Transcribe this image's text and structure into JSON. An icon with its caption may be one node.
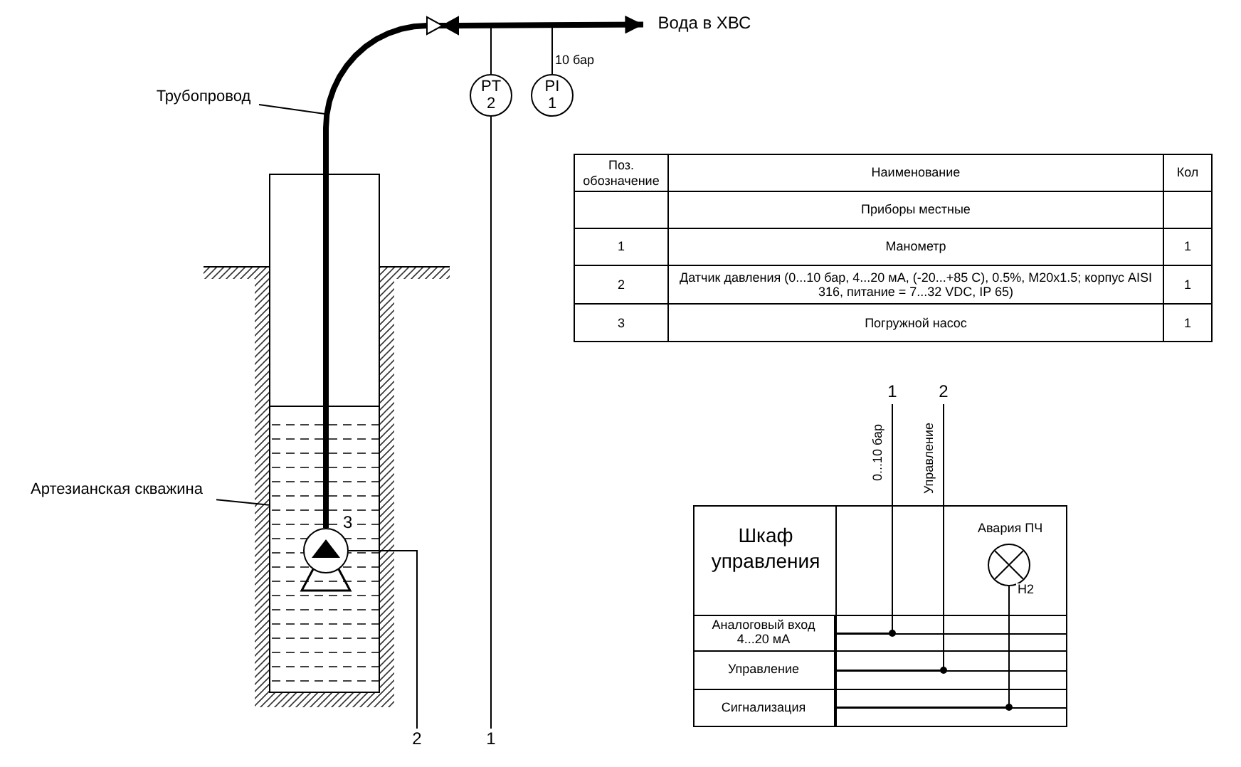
{
  "diagram": {
    "nodes": [
      {
        "text": [
          "Трубопровод"
        ]
      },
      {
        "text": [
          "PT 2"
        ]
      },
      {
        "text": [
          "PI 1"
        ],
        "beside": [
          "10 бар"
        ]
      },
      {
        "text": [
          "Вода в ХВС"
        ]
      },
      {
        "text": [
          "Артезианская скважина"
        ]
      },
      {
        "text": [],
        "shape": "box"
      },
      {
        "text": [],
        "shape": "circle",
        "in": 5,
        "beside": [
          "3"
        ]
      },
      {
        "text": [
          "1"
        ]
      },
      {
        "text": [
          "2"
        ]
      },
      {
        "text": [
          "1"
        ]
      },
      {
        "text": [
          "2"
        ]
      },
      {
        "text": [
          "Шкаф управления"
        ]
      },
      {
        "text": [],
        "shape": "circle",
        "in": 11,
        "beside": [
          "Авария ПЧ",
          "H2"
        ]
      },
      {
        "text": [
          "Аналоговый вход 4...20 мА"
        ],
        "in": 11
      },
      {
        "text": [
          "Управление"
        ],
        "in": 11
      },
      {
        "text": [
          "Сигнализация"
        ],
        "in": 11
      }
    ],
    "edges": [
      {
        "from": 6,
        "to": 3,
        "arrow": "to",
        "style": "thick"
      },
      {
        "from": 0,
        "to": null,
        "arrow": "none"
      },
      {
        "from": 4,
        "to": 5,
        "arrow": "none"
      },
      {
        "from": null,
        "to": 1,
        "arrow": "none"
      },
      {
        "from": null,
        "to": 2,
        "arrow": "none"
      },
      {
        "from": 1,
        "to": 7,
        "arrow": "none"
      },
      {
        "from": 6,
        "to": 8,
        "arrow": "none"
      },
      {
        "from": 9,
        "to": 13,
        "arrow": "none",
        "label": "0...10 бар"
      },
      {
        "from": 10,
        "to": 14,
        "arrow": "none",
        "label": "Управление"
      },
      {
        "from": 12,
        "to": 15,
        "arrow": "none"
      }
    ],
    "labels": [
      "Поз. обозначение",
      "Наименование",
      "Кол",
      "Приборы местные",
      "1",
      "Манометр",
      "1",
      "2",
      "Датчик давления (0...10 бар, 4...20 мА, (-20...+85 С), 0.5%, M20x1.5; корпус AISI 316, питание = 7...32 VDC, IP 65)",
      "1",
      "3",
      "Погружной насос",
      "1"
    ]
  }
}
